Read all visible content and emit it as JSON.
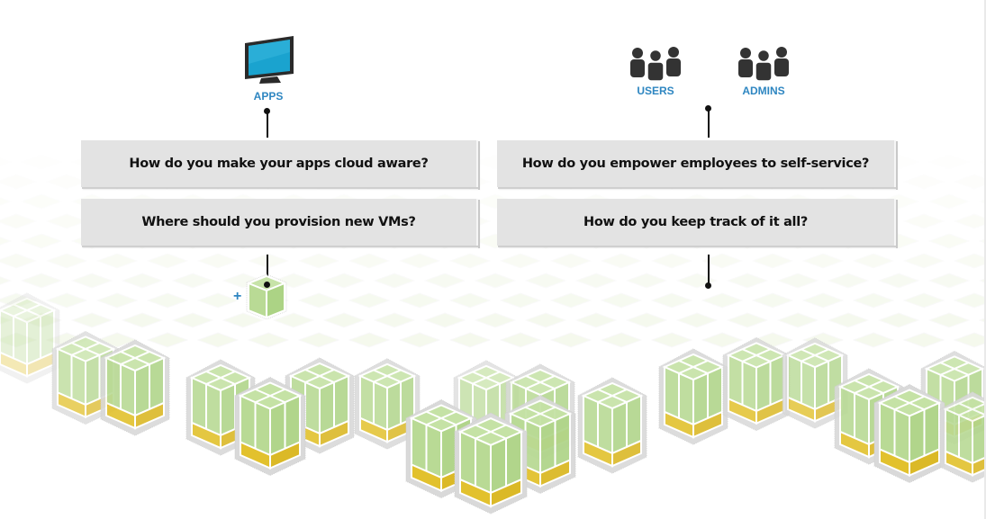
{
  "diagram": {
    "left_column": {
      "icon": {
        "name": "monitor-icon",
        "label": "APPS"
      },
      "questions": [
        "How do you make your apps cloud aware?",
        "Where should you provision new VMs?"
      ],
      "new_vm": {
        "icon": "vm-cube-icon",
        "badge": "+"
      }
    },
    "right_column": {
      "icons": [
        {
          "name": "users-icon",
          "label": "USERS"
        },
        {
          "name": "admins-icon",
          "label": "ADMINS"
        }
      ],
      "questions": [
        "How do you empower employees to self-service?",
        "How do you keep track of it all?"
      ]
    },
    "colors": {
      "label_blue": "#2e86c1",
      "box_gray": "#e3e3e3",
      "cube_green": "#b9da95",
      "cube_yellow": "#e2c12d",
      "monitor_screen": "#1aa3cf",
      "icon_dark": "#333333"
    }
  }
}
